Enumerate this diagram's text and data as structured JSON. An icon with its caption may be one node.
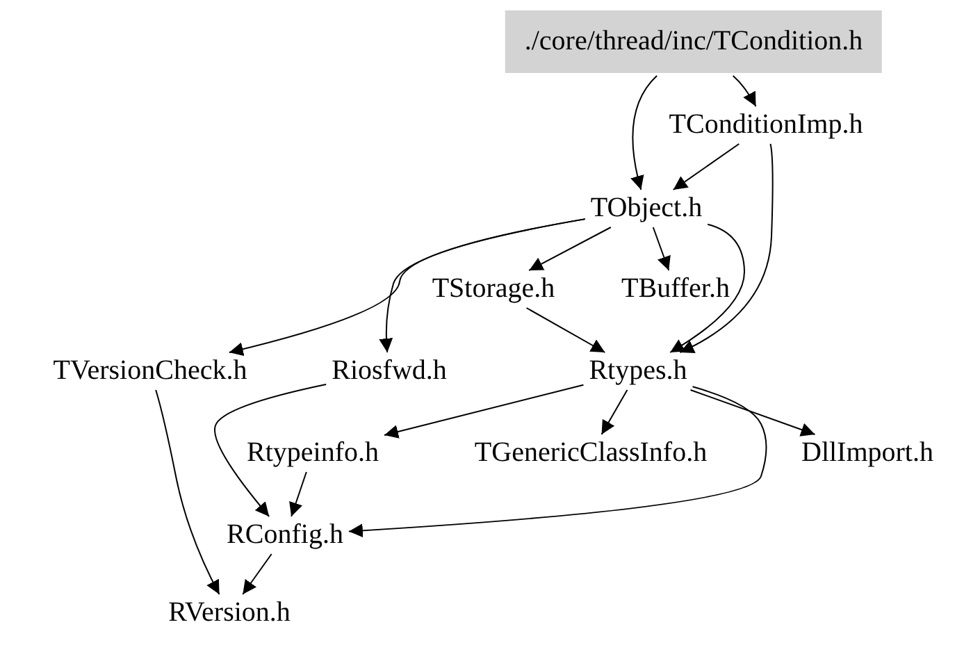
{
  "diagram": {
    "nodes": [
      {
        "text": [
          "./core/thread/inc/TCondition.h"
        ]
      },
      {
        "text": [
          "TConditionImp.h"
        ]
      },
      {
        "text": [
          "TObject.h"
        ]
      },
      {
        "text": [
          "TStorage.h"
        ]
      },
      {
        "text": [
          "TBuffer.h"
        ]
      },
      {
        "text": [
          "TVersionCheck.h"
        ]
      },
      {
        "text": [
          "Riosfwd.h"
        ]
      },
      {
        "text": [
          "Rtypes.h"
        ]
      },
      {
        "text": [
          "Rtypeinfo.h"
        ]
      },
      {
        "text": [
          "TGenericClassInfo.h"
        ]
      },
      {
        "text": [
          "DllImport.h"
        ]
      },
      {
        "text": [
          "RConfig.h"
        ]
      },
      {
        "text": [
          "RVersion.h"
        ]
      }
    ],
    "edges": [
      {
        "from": 0,
        "to": 1,
        "arrow": "to"
      },
      {
        "from": 0,
        "to": 2,
        "arrow": "to"
      },
      {
        "from": 1,
        "to": 2,
        "arrow": "to"
      },
      {
        "from": 1,
        "to": 7,
        "arrow": "to"
      },
      {
        "from": 2,
        "to": 3,
        "arrow": "to"
      },
      {
        "from": 2,
        "to": 4,
        "arrow": "to"
      },
      {
        "from": 2,
        "to": 5,
        "arrow": "to"
      },
      {
        "from": 2,
        "to": 6,
        "arrow": "to"
      },
      {
        "from": 2,
        "to": 7,
        "arrow": "to"
      },
      {
        "from": 3,
        "to": 7,
        "arrow": "to"
      },
      {
        "from": 5,
        "to": 12,
        "arrow": "to"
      },
      {
        "from": 6,
        "to": 11,
        "arrow": "to"
      },
      {
        "from": 7,
        "to": 8,
        "arrow": "to"
      },
      {
        "from": 7,
        "to": 9,
        "arrow": "to"
      },
      {
        "from": 7,
        "to": 10,
        "arrow": "to"
      },
      {
        "from": 7,
        "to": 11,
        "arrow": "to"
      },
      {
        "from": 8,
        "to": 11,
        "arrow": "to"
      },
      {
        "from": 11,
        "to": 12,
        "arrow": "to"
      }
    ]
  }
}
